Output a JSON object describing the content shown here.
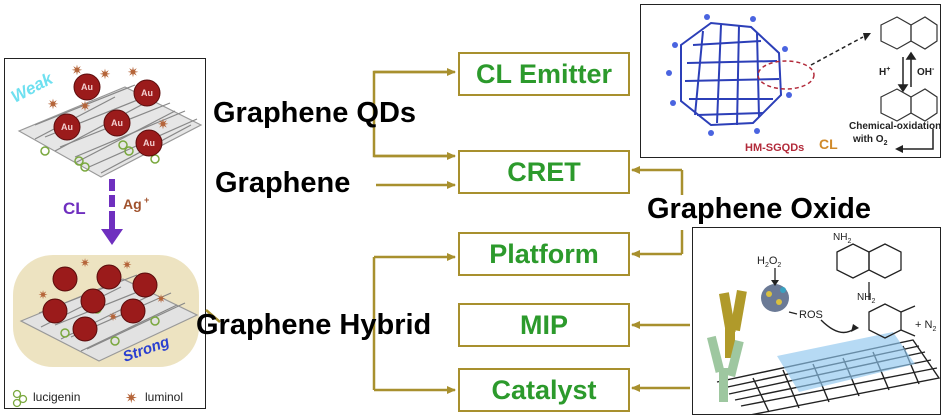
{
  "left_panel": {
    "weak_label": "Weak",
    "au_label": "Au",
    "cl_label": "CL",
    "ag_label": "Ag",
    "ag_sup": "+",
    "strong_label": "Strong",
    "legend": {
      "lucigenin": "lucigenin",
      "luminol": "luminol"
    }
  },
  "sources": {
    "graphene_qds": "Graphene QDs",
    "graphene": "Graphene",
    "graphene_hybrid": "Graphene Hybrid",
    "graphene_oxide": "Graphene Oxide"
  },
  "boxes": {
    "cl_emitter": "CL Emitter",
    "cret": "CRET",
    "platform": "Platform",
    "mip": "MIP",
    "catalyst": "Catalyst"
  },
  "top_panel": {
    "hm_sgqds": "HM-SGQDs",
    "cl": "CL",
    "h_plus": "H",
    "plus": "+",
    "oh_minus": "OH",
    "minus": "-",
    "oxidation_line1": "Chemical-oxidation",
    "oxidation_line2": "with O",
    "oxidation_sub": "2"
  },
  "bottom_panel": {
    "nh2": "NH",
    "nh2_sub": "2",
    "h2o2": "H",
    "h2o2_sub1": "2",
    "h2o2_o": "O",
    "h2o2_sub2": "2",
    "ros": "ROS",
    "n2": "+ N",
    "n2_sub": "2"
  },
  "colors": {
    "arrow": "#a8902e",
    "box_text": "#2c9a2c",
    "au": "#9b1b1b",
    "cl_purple": "#6f2fbf",
    "ag": "#a0522d",
    "weak": "#6fe0f0",
    "strong": "#2a3fd0",
    "hm_label": "#b22a3a",
    "cl_orange": "#d08a2a"
  }
}
